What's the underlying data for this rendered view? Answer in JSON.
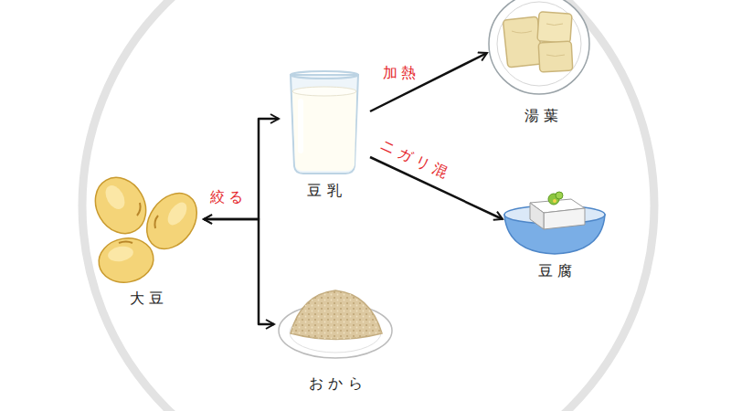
{
  "diagram": {
    "nodes": [
      {
        "text": [
          "大豆"
        ]
      },
      {
        "text": [
          "豆乳"
        ]
      },
      {
        "text": [
          "おから"
        ]
      },
      {
        "text": [
          "湯葉"
        ]
      },
      {
        "text": [
          "豆腐"
        ]
      }
    ],
    "edges": [
      {
        "from": 0,
        "to": 1,
        "label": "絞る",
        "arrow": "both"
      },
      {
        "from": 0,
        "to": 2,
        "arrow": "both"
      },
      {
        "from": 1,
        "to": 3,
        "label": "加熱",
        "arrow": "to"
      },
      {
        "from": 1,
        "to": 4,
        "label": "ニガリ混",
        "arrow": "to"
      }
    ]
  }
}
